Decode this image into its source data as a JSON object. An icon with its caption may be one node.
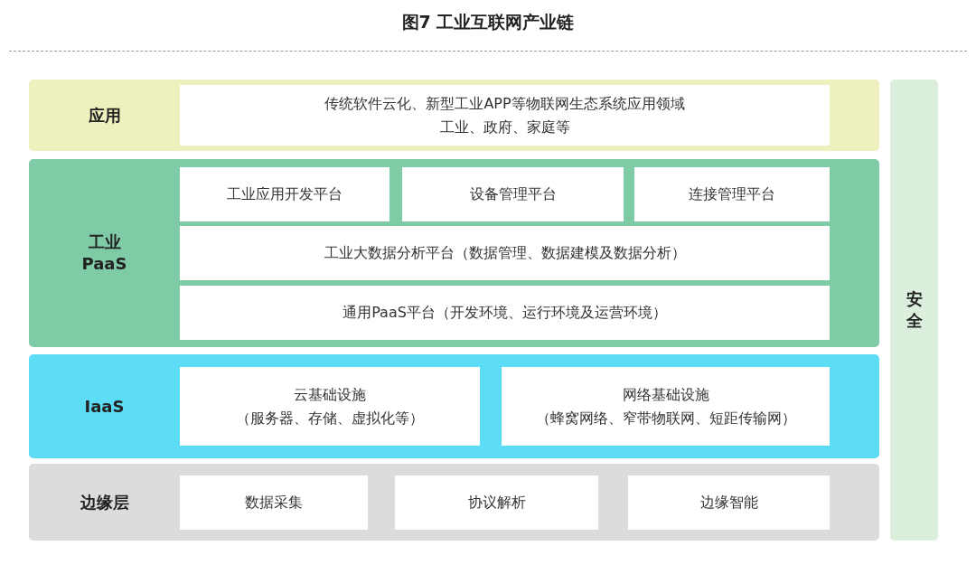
{
  "diagram": {
    "title": "图7 工业互联网产业链",
    "nodes": [
      {
        "text": [
          "应用"
        ]
      },
      {
        "text": [
          "传统软件云化、新型工业APP等物联网生态系统应用领域",
          "工业、政府、家庭等"
        ],
        "in": 0
      },
      {
        "text": [
          "工业 PaaS"
        ]
      },
      {
        "text": [
          "工业应用开发平台"
        ],
        "in": 2
      },
      {
        "text": [
          "设备管理平台"
        ],
        "in": 2
      },
      {
        "text": [
          "连接管理平台"
        ],
        "in": 2
      },
      {
        "text": [
          "工业大数据分析平台（数据管理、数据建模及数据分析）"
        ],
        "in": 2
      },
      {
        "text": [
          "通用PaaS平台（开发环境、运行环境及运营环境）"
        ],
        "in": 2
      },
      {
        "text": [
          "IaaS"
        ]
      },
      {
        "text": [
          "云基础设施",
          "（服务器、存储、虚拟化等）"
        ],
        "in": 8
      },
      {
        "text": [
          "网络基础设施",
          "（蜂窝网络、窄带物联网、短距传输网）"
        ],
        "in": 8
      },
      {
        "text": [
          "边缘层"
        ]
      },
      {
        "text": [
          "数据采集"
        ],
        "in": 11
      },
      {
        "text": [
          "协议解析"
        ],
        "in": 11
      },
      {
        "text": [
          "边缘智能"
        ],
        "in": 11
      },
      {
        "text": [
          "安全"
        ]
      }
    ]
  }
}
